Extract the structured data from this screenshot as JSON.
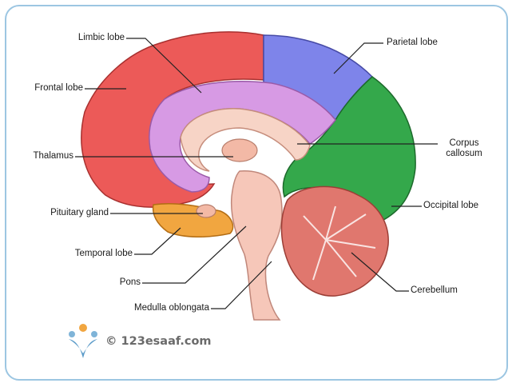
{
  "labels": {
    "limbic_lobe": "Limbic lobe",
    "frontal_lobe": "Frontal lobe",
    "thalamus": "Thalamus",
    "pituitary_gland": "Pituitary gland",
    "temporal_lobe": "Temporal lobe",
    "pons": "Pons",
    "medulla_oblongata": "Medulla oblongata",
    "parietal_lobe": "Parietal lobe",
    "corpus_callosum": "Corpus\ncallosum",
    "occipital_lobe": "Occipital lobe",
    "cerebellum": "Cerebellum"
  },
  "watermark": {
    "text": "© 123esaaf.com"
  },
  "colors": {
    "frontal": "#ec5a58",
    "parietal": "#7e84ea",
    "occipital": "#34a84b",
    "limbic": "#d79ae4",
    "temporal": "#f1a640",
    "brainstem": "#f6c7b9",
    "cerebellum": "#e0776e",
    "frame": "#9cc6e2"
  }
}
